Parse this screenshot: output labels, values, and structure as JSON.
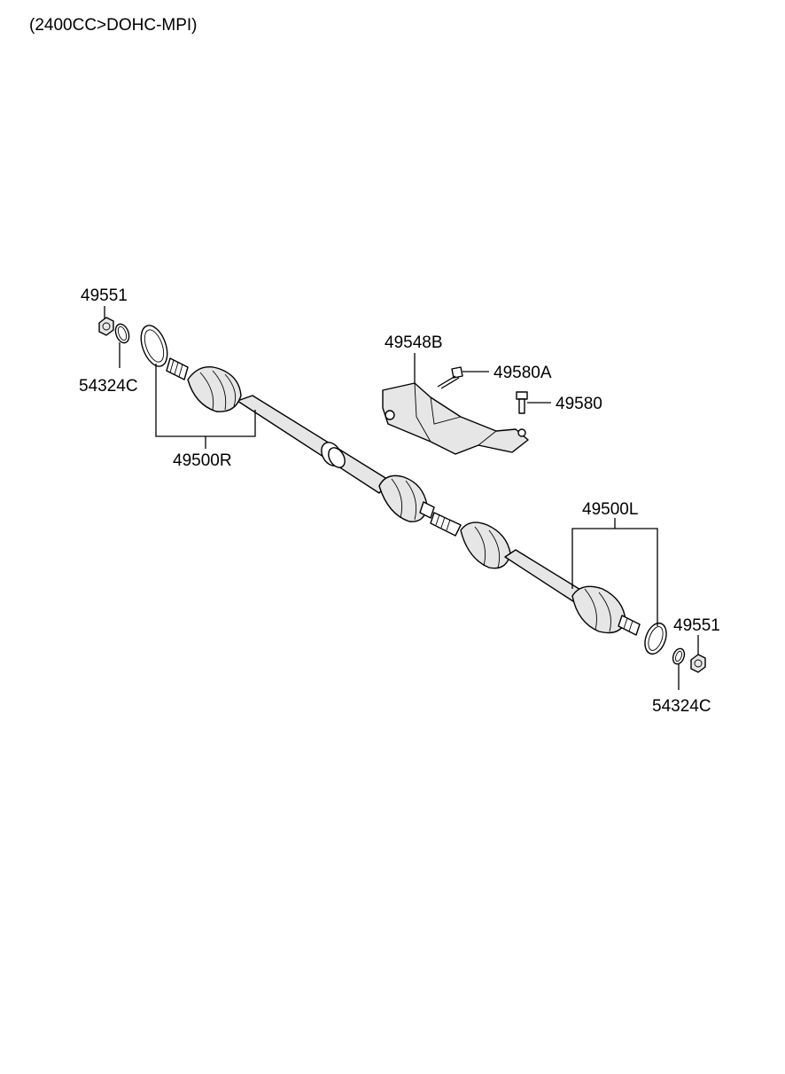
{
  "header": {
    "engine_spec": "(2400CC>DOHC-MPI)"
  },
  "parts": {
    "nut_right": "49551",
    "washer_right": "54324C",
    "shaft_right": "49500R",
    "heat_shield": "49548B",
    "bolt_a": "49580A",
    "bolt": "49580",
    "shaft_left": "49500L",
    "nut_left": "49551",
    "washer_left": "54324C"
  }
}
